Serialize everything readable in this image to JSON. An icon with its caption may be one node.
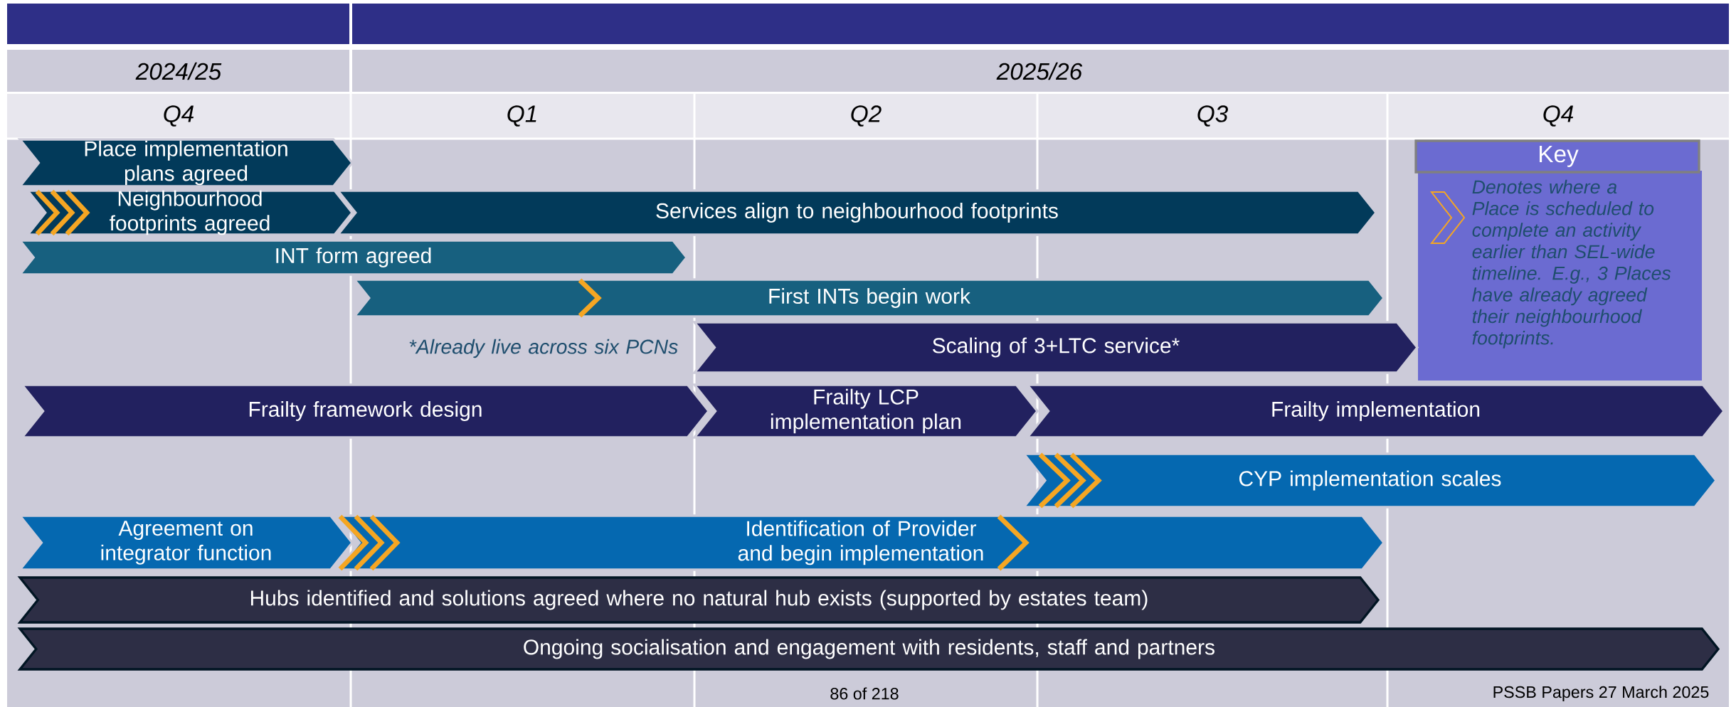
{
  "diagram": {
    "nodes": [
      {
        "text": [
          "Place implementation plans agreed"
        ]
      },
      {
        "text": [
          "Neighbourhood footprints agreed"
        ]
      },
      {
        "text": [
          "Services align to neighbourhood footprints"
        ]
      },
      {
        "text": [
          "INT form agreed"
        ]
      },
      {
        "text": [
          "First INTs begin work"
        ]
      },
      {
        "text": [
          "Scaling of 3+LTC service*"
        ]
      },
      {
        "text": [
          "Frailty framework design"
        ]
      },
      {
        "text": [
          "Frailty LCP implementation plan"
        ]
      },
      {
        "text": [
          "Frailty implementation"
        ]
      },
      {
        "text": [
          "CYP implementation scales"
        ]
      },
      {
        "text": [
          "Agreement on integrator function"
        ]
      },
      {
        "text": [
          "Identification of Provider and begin implementation"
        ]
      },
      {
        "text": [
          "Hubs identified and solutions agreed where no natural hub exists (supported by estates team)"
        ]
      },
      {
        "text": [
          "Ongoing socialisation and engagement with residents, staff and partners"
        ]
      }
    ],
    "labels": [
      "2024/25",
      "2025/26",
      "Q4",
      "Q1",
      "Q2",
      "Q3",
      "Q4",
      "Key",
      "*Already live across six PCNs",
      "86 of 218",
      "PSSB Papers 27 March 2025"
    ],
    "legend": [
      {
        "text": "Denotes where a Place is scheduled to complete an activity earlier than SEL-wide timeline. E.g., 3 Places have already agreed their neighbourhood footprints."
      }
    ]
  }
}
